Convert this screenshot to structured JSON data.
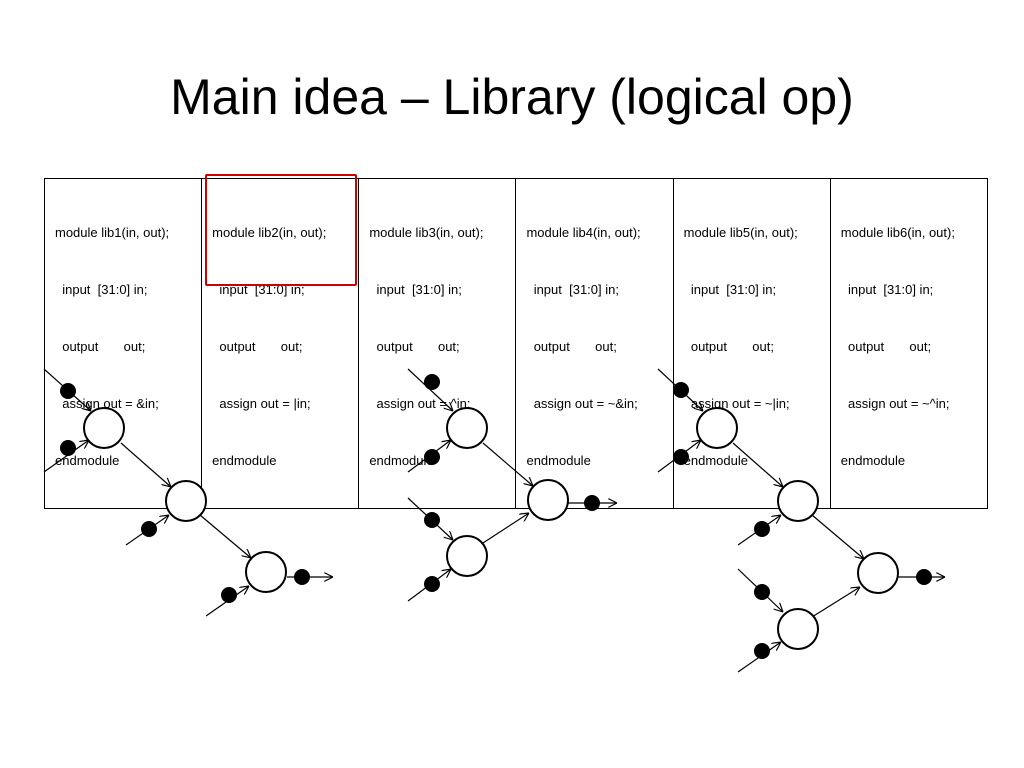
{
  "title": "Main idea – Library (logical op)",
  "modules": [
    {
      "lines": [
        "module lib1(in, out);",
        "  input  [31:0] in;",
        "  output       out;",
        "  assign out = &in;",
        "endmodule"
      ]
    },
    {
      "lines": [
        "module lib2(in, out);",
        "  input  [31:0] in;",
        "  output       out;",
        "  assign out = |in;",
        "endmodule"
      ]
    },
    {
      "lines": [
        "module lib3(in, out);",
        "  input  [31:0] in;",
        "  output       out;",
        "  assign out = ^in;",
        "endmodule"
      ]
    },
    {
      "lines": [
        "module lib4(in, out);",
        "  input  [31:0] in;",
        "  output       out;",
        "  assign out = ~&in;",
        "endmodule"
      ]
    },
    {
      "lines": [
        "module lib5(in, out);",
        "  input  [31:0] in;",
        "  output       out;",
        "  assign out = ~|in;",
        "endmodule"
      ]
    },
    {
      "lines": [
        "module lib6(in, out);",
        "  input  [31:0] in;",
        "  output       out;",
        "  assign out = ~^in;",
        "endmodule"
      ]
    }
  ],
  "highlighted_module": 2,
  "colors": {
    "highlight": "#d00000",
    "stroke": "#000000"
  }
}
